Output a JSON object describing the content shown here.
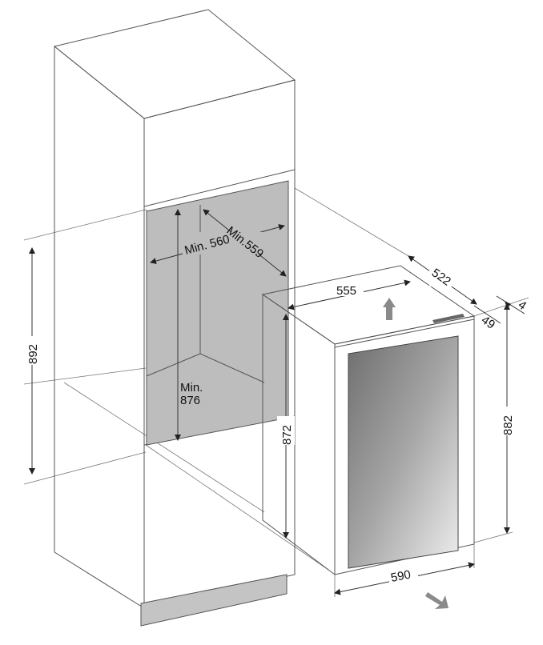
{
  "dimensions": {
    "niche_width": "Min. 560",
    "niche_depth": "Min.559",
    "niche_height_min": "Min.",
    "niche_height_val": "876",
    "opening_height": "892",
    "appliance_width_top": "555",
    "appliance_depth": "522",
    "door_thickness": "49",
    "handle_gap": "4",
    "appliance_height_body": "872",
    "appliance_height_total": "882",
    "appliance_width_front": "590"
  },
  "colors": {
    "niche": "#bdbdbd",
    "arrow": "#8a8a8a",
    "line": "#555555"
  }
}
